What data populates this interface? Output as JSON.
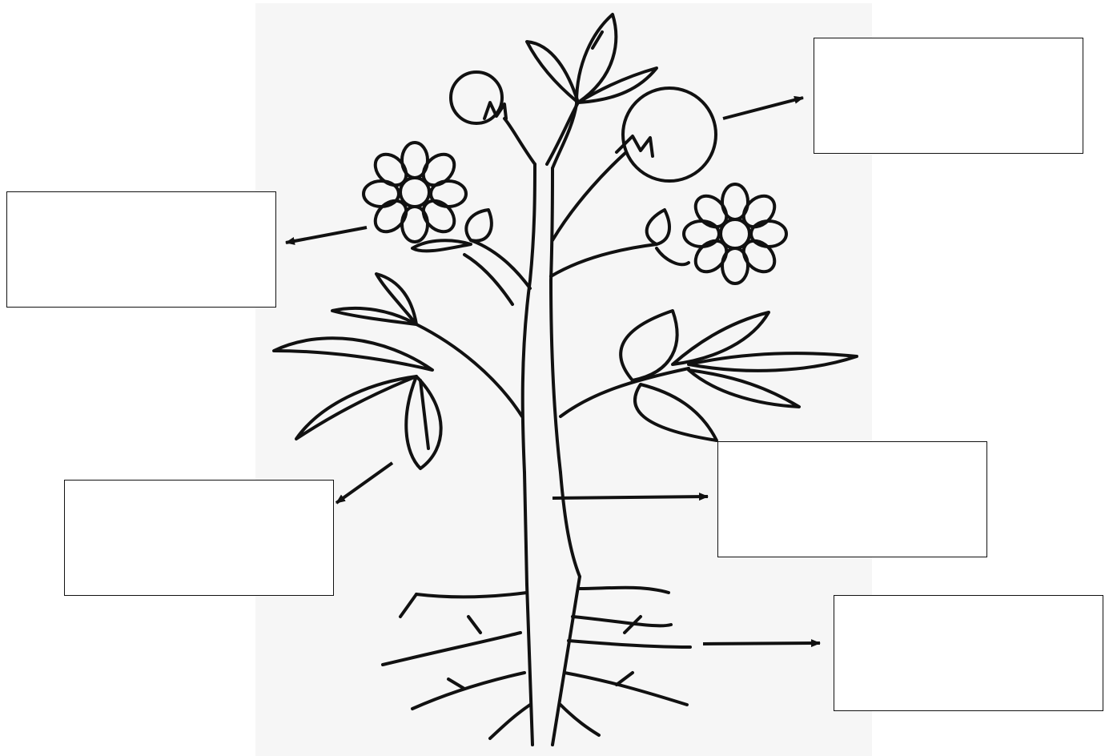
{
  "diagram": {
    "subject": "plant-parts-labeling",
    "colors": {
      "ink": "#111111",
      "panel": "#f6f6f6",
      "box_fill": "#ffffff"
    },
    "labels": [
      {
        "id": "fruit",
        "text": ""
      },
      {
        "id": "flower",
        "text": ""
      },
      {
        "id": "leaf",
        "text": ""
      },
      {
        "id": "stem",
        "text": ""
      },
      {
        "id": "root",
        "text": ""
      }
    ]
  }
}
